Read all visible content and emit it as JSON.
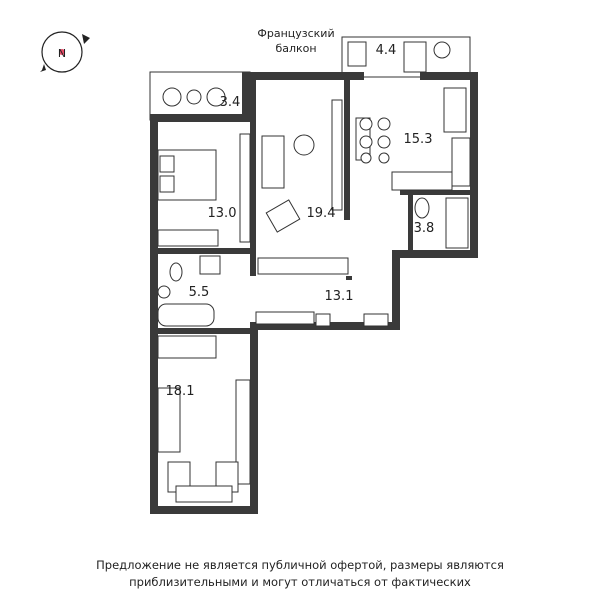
{
  "compass_label": "N",
  "french_balcony_label_line1": "Французский",
  "french_balcony_label_line2": "балкон",
  "rooms": [
    {
      "id": "balcony-left",
      "area": "3.4"
    },
    {
      "id": "balcony-top",
      "area": "4.4"
    },
    {
      "id": "bedroom-top",
      "area": "13.0"
    },
    {
      "id": "living-room",
      "area": "19.4"
    },
    {
      "id": "kitchen",
      "area": "15.3"
    },
    {
      "id": "wc",
      "area": "3.8"
    },
    {
      "id": "bathroom",
      "area": "5.5"
    },
    {
      "id": "hallway",
      "area": "13.1"
    },
    {
      "id": "bedroom-bottom",
      "area": "18.1"
    }
  ],
  "disclaimer_line1": "Предложение не является публичной офертой, размеры являются",
  "disclaimer_line2": "приблизительными и могут отличаться от фактических",
  "colors": {
    "wall": "#3a3a3a",
    "accent": "#e84b67"
  }
}
